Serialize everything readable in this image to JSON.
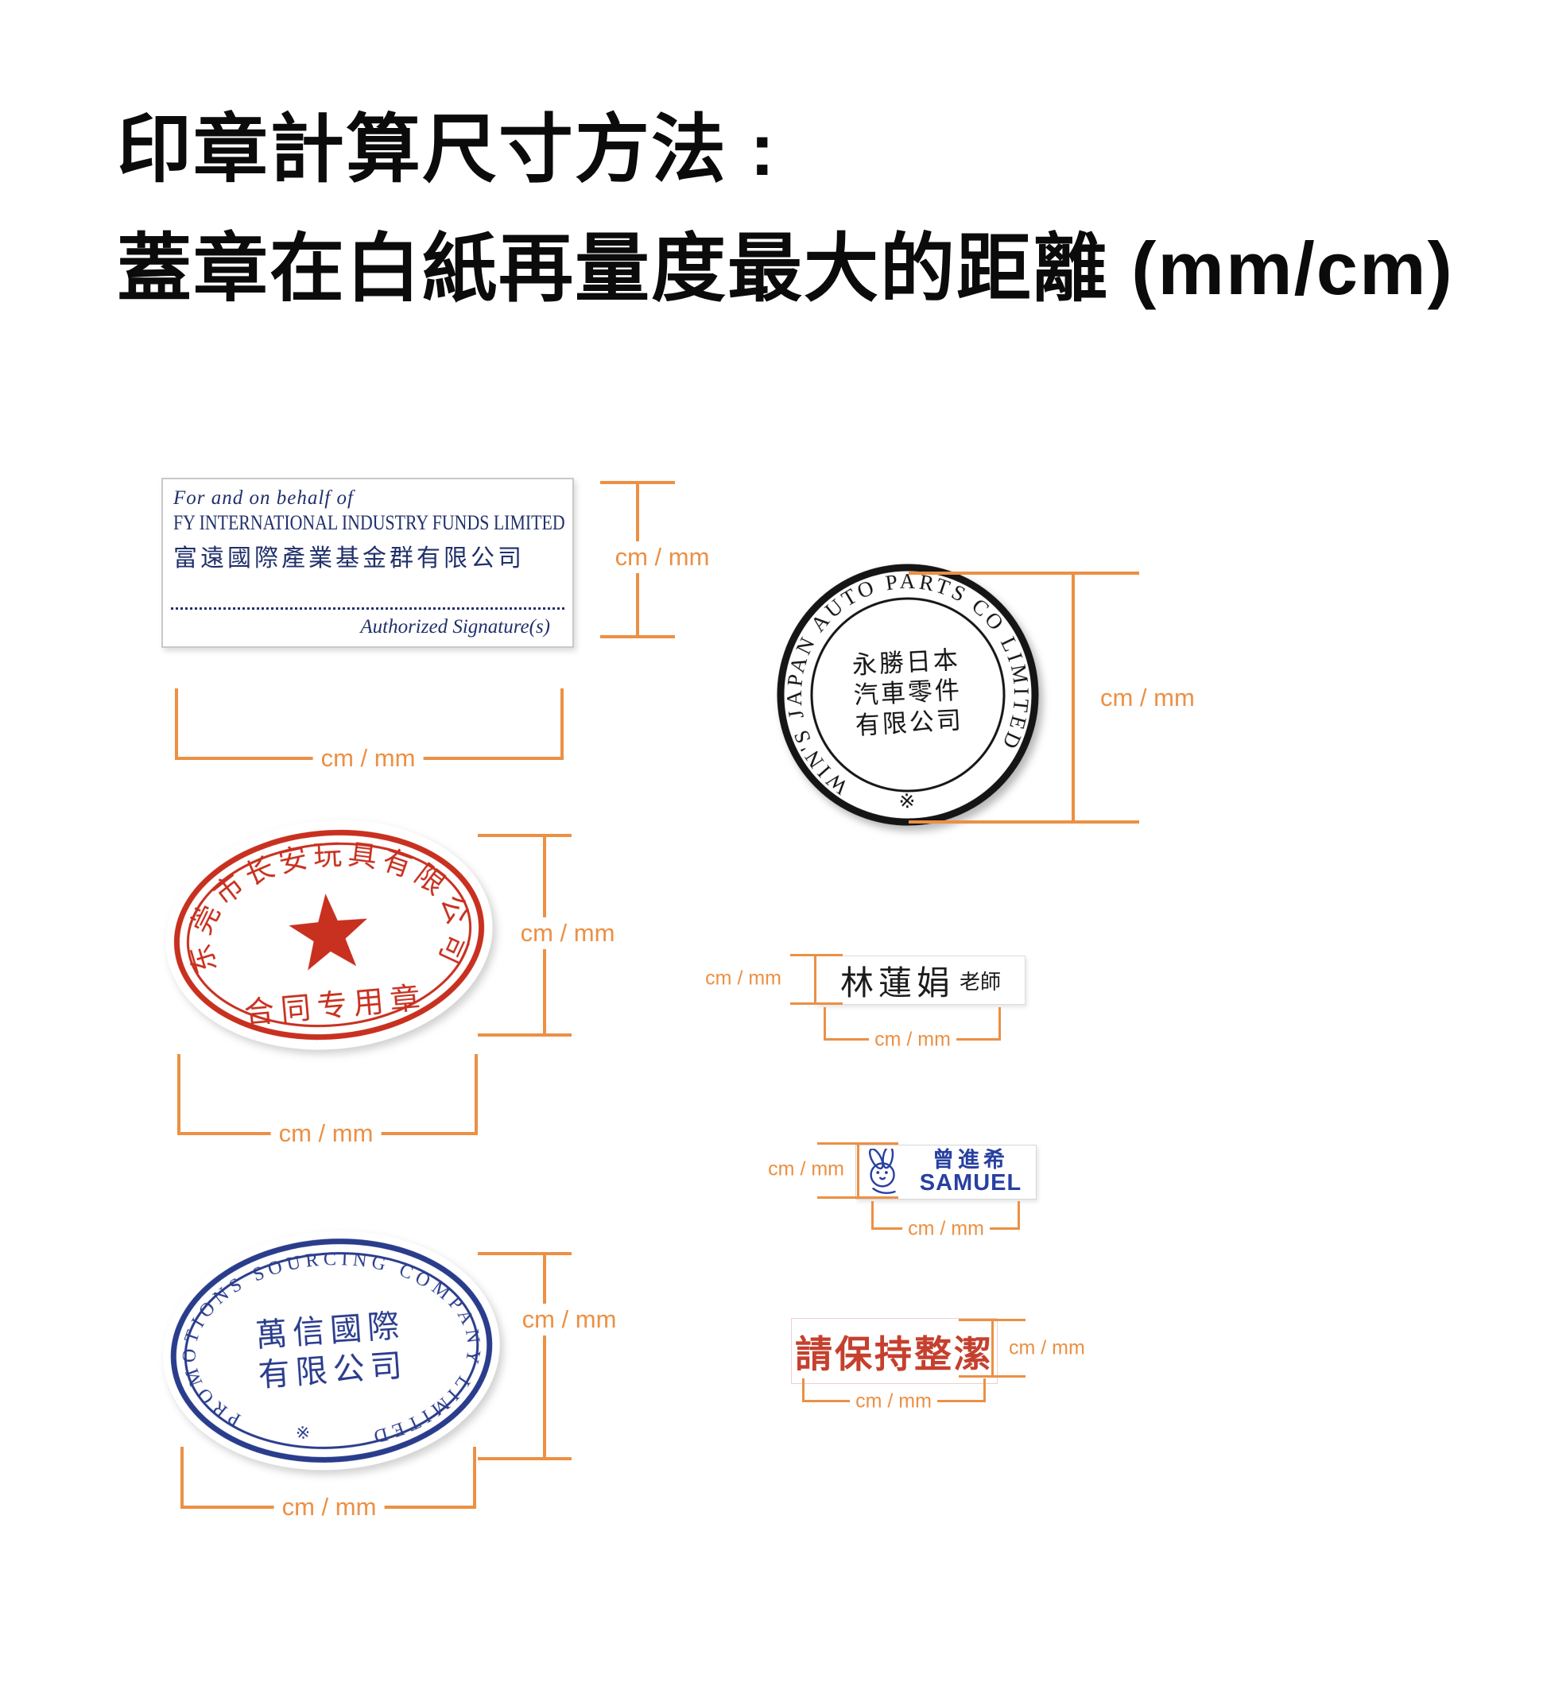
{
  "title": {
    "line1": "印章計算尺寸方法 :",
    "line2": "蓋章在白紙再量度最大的距離 (mm/cm)"
  },
  "dim_label": "cm / mm",
  "colors": {
    "dimension_orange": "#EC9044",
    "red_stamp": "#C8301F",
    "navy_stamp": "#2A3C8C",
    "blue_text": "#2840A0",
    "fy_navy": "#20306b"
  },
  "stamps": {
    "fy": {
      "prefix": "For and on behalf of",
      "company_en": "FY INTERNATIONAL INDUSTRY FUNDS LIMITED",
      "company_cn": "富遠國際產業基金群有限公司",
      "signature": "Authorized Signature(s)"
    },
    "wins": {
      "ring_text": "WIN'S JAPAN AUTO PARTS CO LIMITED",
      "center_line1": "永勝日本",
      "center_line2": "汽車零件",
      "center_line3": "有限公司",
      "star_mark": "※"
    },
    "changan": {
      "arc_text": "东莞市长安玩具有限公司",
      "bottom_text": "合同专用章"
    },
    "teacher": {
      "name": "林蓮娟",
      "title": "老師"
    },
    "samuel": {
      "name_cn": "曾進希",
      "name_en": "SAMUEL"
    },
    "promotions": {
      "ring_text": "PROMOTIONS SOURCING COMPANY LIMITED",
      "center_line1": "萬信國際",
      "center_line2": "有限公司",
      "star_mark": "※"
    },
    "clean": {
      "text": "請保持整潔"
    }
  }
}
